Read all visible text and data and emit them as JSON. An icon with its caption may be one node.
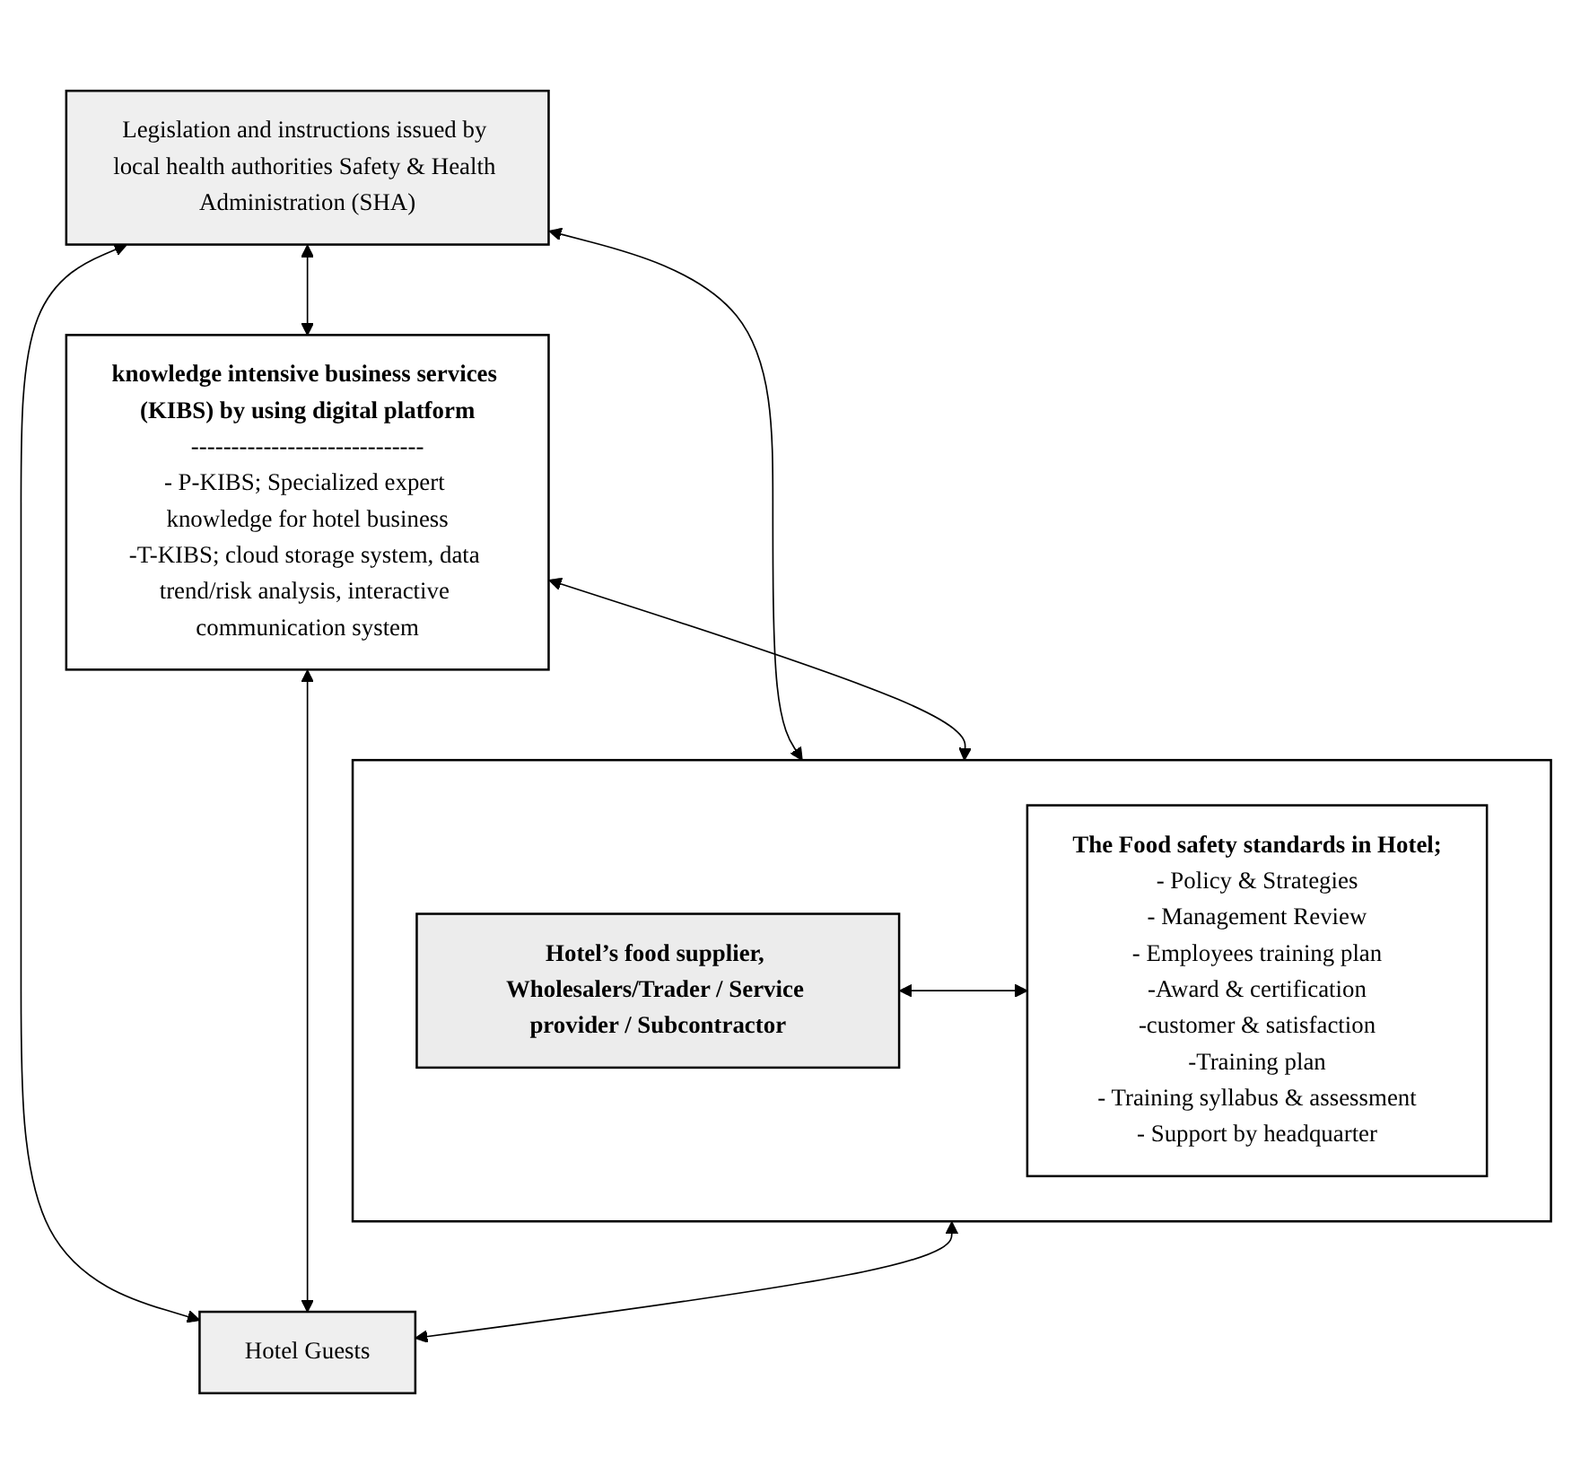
{
  "diagram": {
    "nodes": [
      {
        "text": [
          "Legislation and instructions issued by local health authorities Safety & Health Administration (SHA)"
        ]
      },
      {
        "text": [
          "knowledge intensive business services (KIBS) by using digital platform",
          "-----------------------------",
          "- P-KIBS; Specialized expert knowledge for hotel business",
          "-T-KIBS; cloud storage system, data trend/risk analysis, interactive communication system"
        ]
      },
      {
        "text": [],
        "shape": "box"
      },
      {
        "text": [
          "Hotel’s food supplier, Wholesalers/Trader / Service provider / Subcontractor"
        ],
        "in": 2
      },
      {
        "text": [
          "The Food safety standards in Hotel;",
          "- Policy & Strategies",
          "- Management Review",
          "- Employees training plan",
          "-Award & certification",
          "-customer & satisfaction",
          "-Training plan",
          "- Training syllabus & assessment",
          "- Support by headquarter"
        ],
        "in": 2
      },
      {
        "text": [
          "Hotel Guests"
        ]
      }
    ],
    "edges": [
      {
        "from": 0,
        "to": 2,
        "arrow": "both"
      },
      {
        "from": 0,
        "to": 1,
        "arrow": "both"
      },
      {
        "from": 1,
        "to": 2,
        "arrow": "both"
      },
      {
        "from": 3,
        "to": 4,
        "arrow": "both"
      },
      {
        "from": 0,
        "to": 5,
        "arrow": "both"
      },
      {
        "from": 1,
        "to": 5,
        "arrow": "both"
      },
      {
        "from": 2,
        "to": 5,
        "arrow": "both"
      }
    ]
  }
}
